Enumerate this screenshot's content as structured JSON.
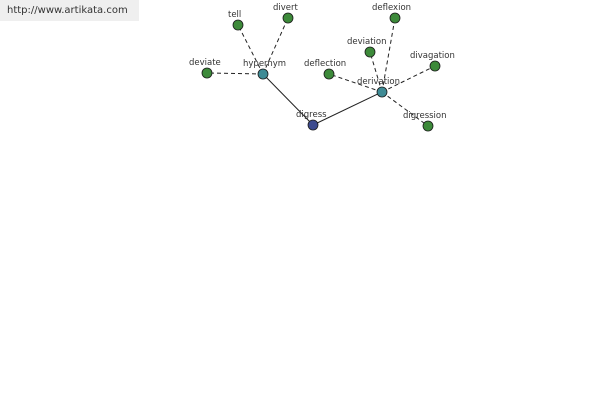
{
  "banner": {
    "url": "http://www.artikata.com"
  },
  "graph": {
    "colors": {
      "center": "#3c4a8e",
      "relation": "#3f8b95",
      "term": "#3d8a3a",
      "edge": "#222222"
    },
    "nodes": [
      {
        "id": "digress",
        "label": "digress",
        "kind": "center"
      },
      {
        "id": "hypernym",
        "label": "hypernym",
        "kind": "relation"
      },
      {
        "id": "derivation",
        "label": "derivation",
        "kind": "relation"
      },
      {
        "id": "tell",
        "label": "tell",
        "kind": "term"
      },
      {
        "id": "divert",
        "label": "divert",
        "kind": "term"
      },
      {
        "id": "deviate",
        "label": "deviate",
        "kind": "term"
      },
      {
        "id": "deflexion",
        "label": "deflexion",
        "kind": "term"
      },
      {
        "id": "deviation",
        "label": "deviation",
        "kind": "term"
      },
      {
        "id": "deflection",
        "label": "deflection",
        "kind": "term"
      },
      {
        "id": "divagation",
        "label": "divagation",
        "kind": "term"
      },
      {
        "id": "digression",
        "label": "digression",
        "kind": "term"
      }
    ],
    "edges": [
      {
        "from": "digress",
        "to": "hypernym",
        "style": "solid"
      },
      {
        "from": "digress",
        "to": "derivation",
        "style": "solid"
      },
      {
        "from": "hypernym",
        "to": "tell",
        "style": "dashed"
      },
      {
        "from": "hypernym",
        "to": "divert",
        "style": "dashed"
      },
      {
        "from": "hypernym",
        "to": "deviate",
        "style": "dashed"
      },
      {
        "from": "derivation",
        "to": "deflexion",
        "style": "dashed"
      },
      {
        "from": "derivation",
        "to": "deviation",
        "style": "dashed"
      },
      {
        "from": "derivation",
        "to": "deflection",
        "style": "dashed"
      },
      {
        "from": "derivation",
        "to": "divagation",
        "style": "dashed"
      },
      {
        "from": "derivation",
        "to": "digression",
        "style": "dashed"
      }
    ]
  }
}
